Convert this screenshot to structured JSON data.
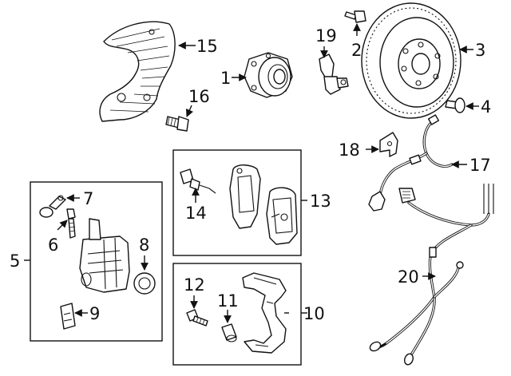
{
  "callouts": [
    {
      "id": "1",
      "text": "1"
    },
    {
      "id": "2",
      "text": "2"
    },
    {
      "id": "3",
      "text": "3"
    },
    {
      "id": "4",
      "text": "4"
    },
    {
      "id": "5",
      "text": "5"
    },
    {
      "id": "6",
      "text": "6"
    },
    {
      "id": "7",
      "text": "7"
    },
    {
      "id": "8",
      "text": "8"
    },
    {
      "id": "9",
      "text": "9"
    },
    {
      "id": "10",
      "text": "10"
    },
    {
      "id": "11",
      "text": "11"
    },
    {
      "id": "12",
      "text": "12"
    },
    {
      "id": "13",
      "text": "13"
    },
    {
      "id": "14",
      "text": "14"
    },
    {
      "id": "15",
      "text": "15"
    },
    {
      "id": "16",
      "text": "16"
    },
    {
      "id": "17",
      "text": "17"
    },
    {
      "id": "18",
      "text": "18"
    },
    {
      "id": "19",
      "text": "19"
    },
    {
      "id": "20",
      "text": "20"
    }
  ],
  "colors": {
    "line": "#111111",
    "background": "#ffffff"
  }
}
